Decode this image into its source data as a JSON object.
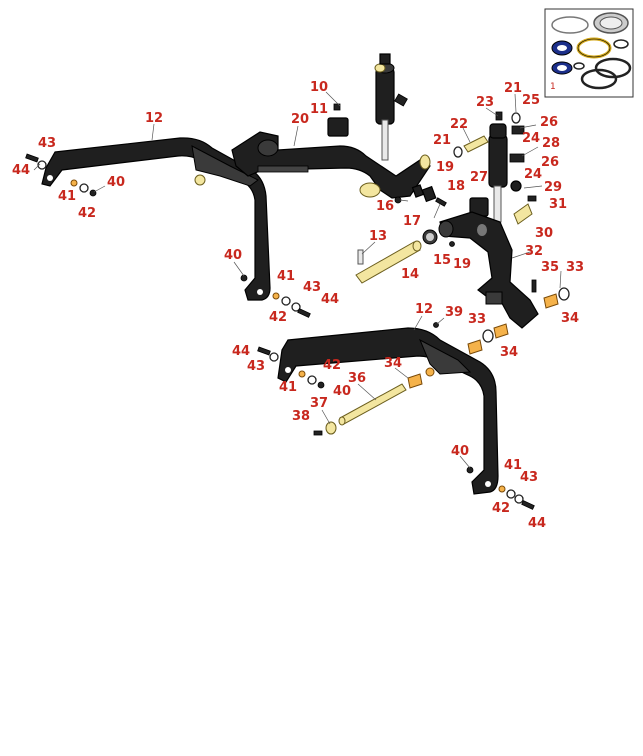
{
  "inset": {
    "label": "1"
  },
  "callouts": [
    {
      "id": "c10",
      "text": "10"
    },
    {
      "id": "c11",
      "text": "11"
    },
    {
      "id": "c12a",
      "text": "12"
    },
    {
      "id": "c20",
      "text": "20"
    },
    {
      "id": "c43a",
      "text": "43"
    },
    {
      "id": "c44a",
      "text": "44"
    },
    {
      "id": "c40a",
      "text": "40"
    },
    {
      "id": "c41a",
      "text": "41"
    },
    {
      "id": "c42a",
      "text": "42"
    },
    {
      "id": "c21a",
      "text": "21"
    },
    {
      "id": "c25",
      "text": "25"
    },
    {
      "id": "c23",
      "text": "23"
    },
    {
      "id": "c22",
      "text": "22"
    },
    {
      "id": "c26a",
      "text": "26"
    },
    {
      "id": "c28",
      "text": "28"
    },
    {
      "id": "c24a",
      "text": "24"
    },
    {
      "id": "c21b",
      "text": "21"
    },
    {
      "id": "c26b",
      "text": "26"
    },
    {
      "id": "c24b",
      "text": "24"
    },
    {
      "id": "c27",
      "text": "27"
    },
    {
      "id": "c29",
      "text": "29"
    },
    {
      "id": "c19a",
      "text": "19"
    },
    {
      "id": "c18",
      "text": "18"
    },
    {
      "id": "c16",
      "text": "16"
    },
    {
      "id": "c17",
      "text": "17"
    },
    {
      "id": "c31",
      "text": "31"
    },
    {
      "id": "c30",
      "text": "30"
    },
    {
      "id": "c13",
      "text": "13"
    },
    {
      "id": "c15",
      "text": "15"
    },
    {
      "id": "c19b",
      "text": "19"
    },
    {
      "id": "c32",
      "text": "32"
    },
    {
      "id": "c14",
      "text": "14"
    },
    {
      "id": "c40b",
      "text": "40"
    },
    {
      "id": "c41b",
      "text": "41"
    },
    {
      "id": "c43b",
      "text": "43"
    },
    {
      "id": "c44b",
      "text": "44"
    },
    {
      "id": "c42b",
      "text": "42"
    },
    {
      "id": "c35",
      "text": "35"
    },
    {
      "id": "c33a",
      "text": "33"
    },
    {
      "id": "c34a",
      "text": "34"
    },
    {
      "id": "c12b",
      "text": "12"
    },
    {
      "id": "c39",
      "text": "39"
    },
    {
      "id": "c33b",
      "text": "33"
    },
    {
      "id": "c34b",
      "text": "34"
    },
    {
      "id": "c44c",
      "text": "44"
    },
    {
      "id": "c43c",
      "text": "43"
    },
    {
      "id": "c42c",
      "text": "42"
    },
    {
      "id": "c41c",
      "text": "41"
    },
    {
      "id": "c40c",
      "text": "40"
    },
    {
      "id": "c34c",
      "text": "34"
    },
    {
      "id": "c36",
      "text": "36"
    },
    {
      "id": "c37",
      "text": "37"
    },
    {
      "id": "c38",
      "text": "38"
    },
    {
      "id": "c40d",
      "text": "40"
    },
    {
      "id": "c41d",
      "text": "41"
    },
    {
      "id": "c43d",
      "text": "43"
    },
    {
      "id": "c42d",
      "text": "42"
    },
    {
      "id": "c44d",
      "text": "44"
    }
  ],
  "colors": {
    "callout": "#c8281e",
    "frame": "#1f1f1f",
    "pin": "#f3e6a0",
    "bushing": "#f5b24a",
    "seal": "#1c2f8a",
    "seal_ring": "#d4a91c"
  }
}
